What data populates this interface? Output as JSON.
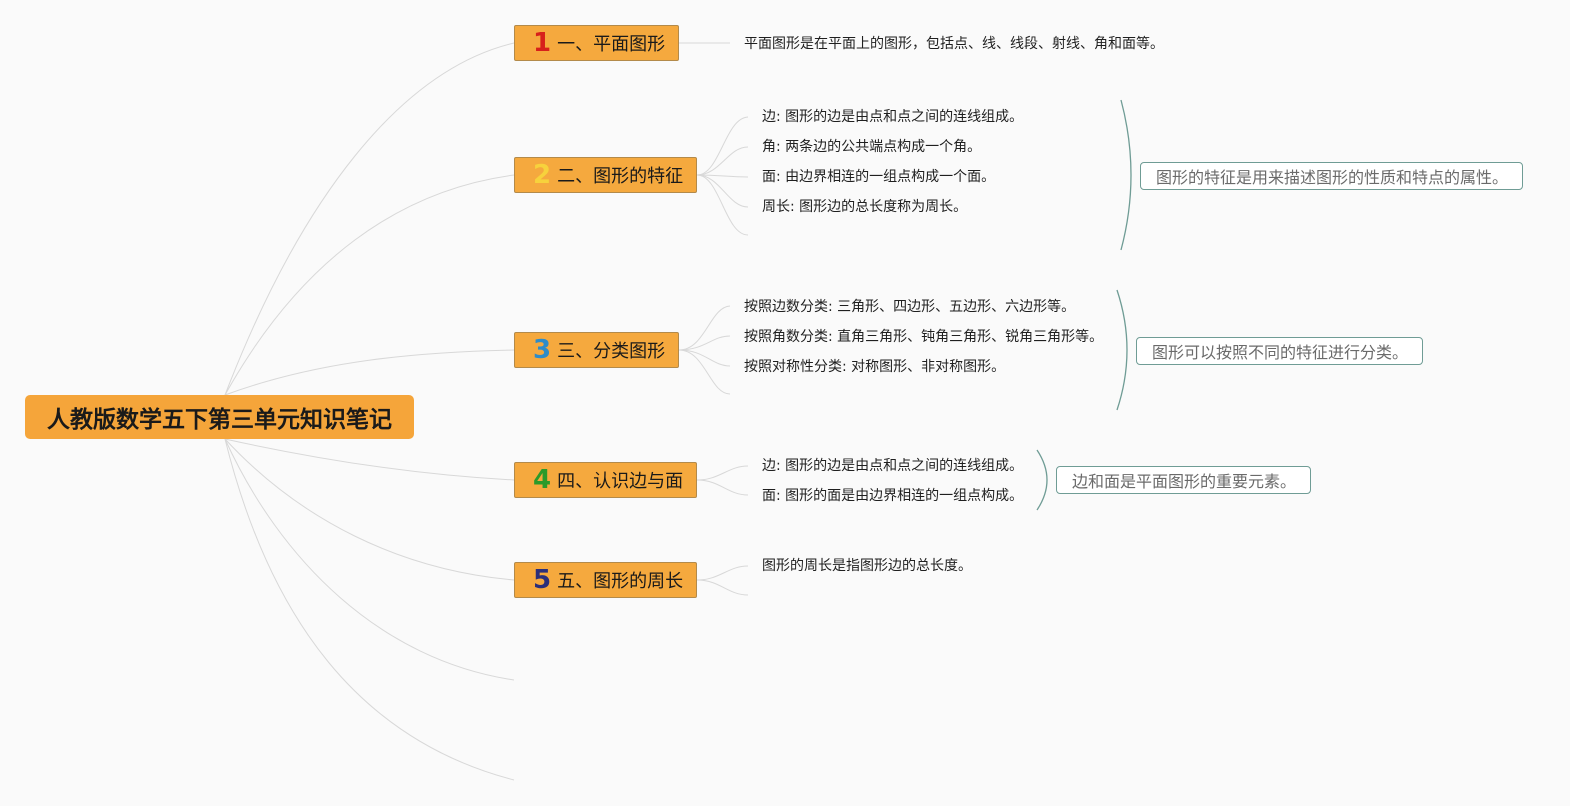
{
  "title": "人教版数学五下第三单元知识笔记",
  "colors": {
    "topic_fill": "#f5a93e",
    "summary_border": "#6f9c95",
    "connector": "#d8d8d8",
    "bracket": "#6f9c95"
  },
  "topics": [
    {
      "num": "1",
      "num_color": "#d7201b",
      "label": "一、平面图形"
    },
    {
      "num": "2",
      "num_color": "#f7d23c",
      "label": "二、图形的特征"
    },
    {
      "num": "3",
      "num_color": "#2e8cc9",
      "label": "三、分类图形"
    },
    {
      "num": "4",
      "num_color": "#2a9a2a",
      "label": "四、认识边与面"
    },
    {
      "num": "5",
      "num_color": "#2b2f7a",
      "label": "五、图形的周长"
    }
  ],
  "details": {
    "t1": [
      "平面图形是在平面上的图形，包括点、线、线段、射线、角和面等。"
    ],
    "t2": [
      "边: 图形的边是由点和点之间的连线组成。",
      "角: 两条边的公共端点构成一个角。",
      "面: 由边界相连的一组点构成一个面。",
      "周长: 图形边的总长度称为周长。"
    ],
    "t3": [
      "按照边数分类: 三角形、四边形、五边形、六边形等。",
      "按照角数分类: 直角三角形、钝角三角形、锐角三角形等。",
      "按照对称性分类: 对称图形、非对称图形。"
    ],
    "t4": [
      "边: 图形的边是由点和点之间的连线组成。",
      "面: 图形的面是由边界相连的一组点构成。"
    ],
    "t5": [
      "图形的周长是指图形边的总长度。"
    ]
  },
  "summaries": {
    "t2": "图形的特征是用来描述图形的性质和特点的属性。",
    "t3": "图形可以按照不同的特征进行分类。",
    "t4": "边和面是平面图形的重要元素。"
  }
}
